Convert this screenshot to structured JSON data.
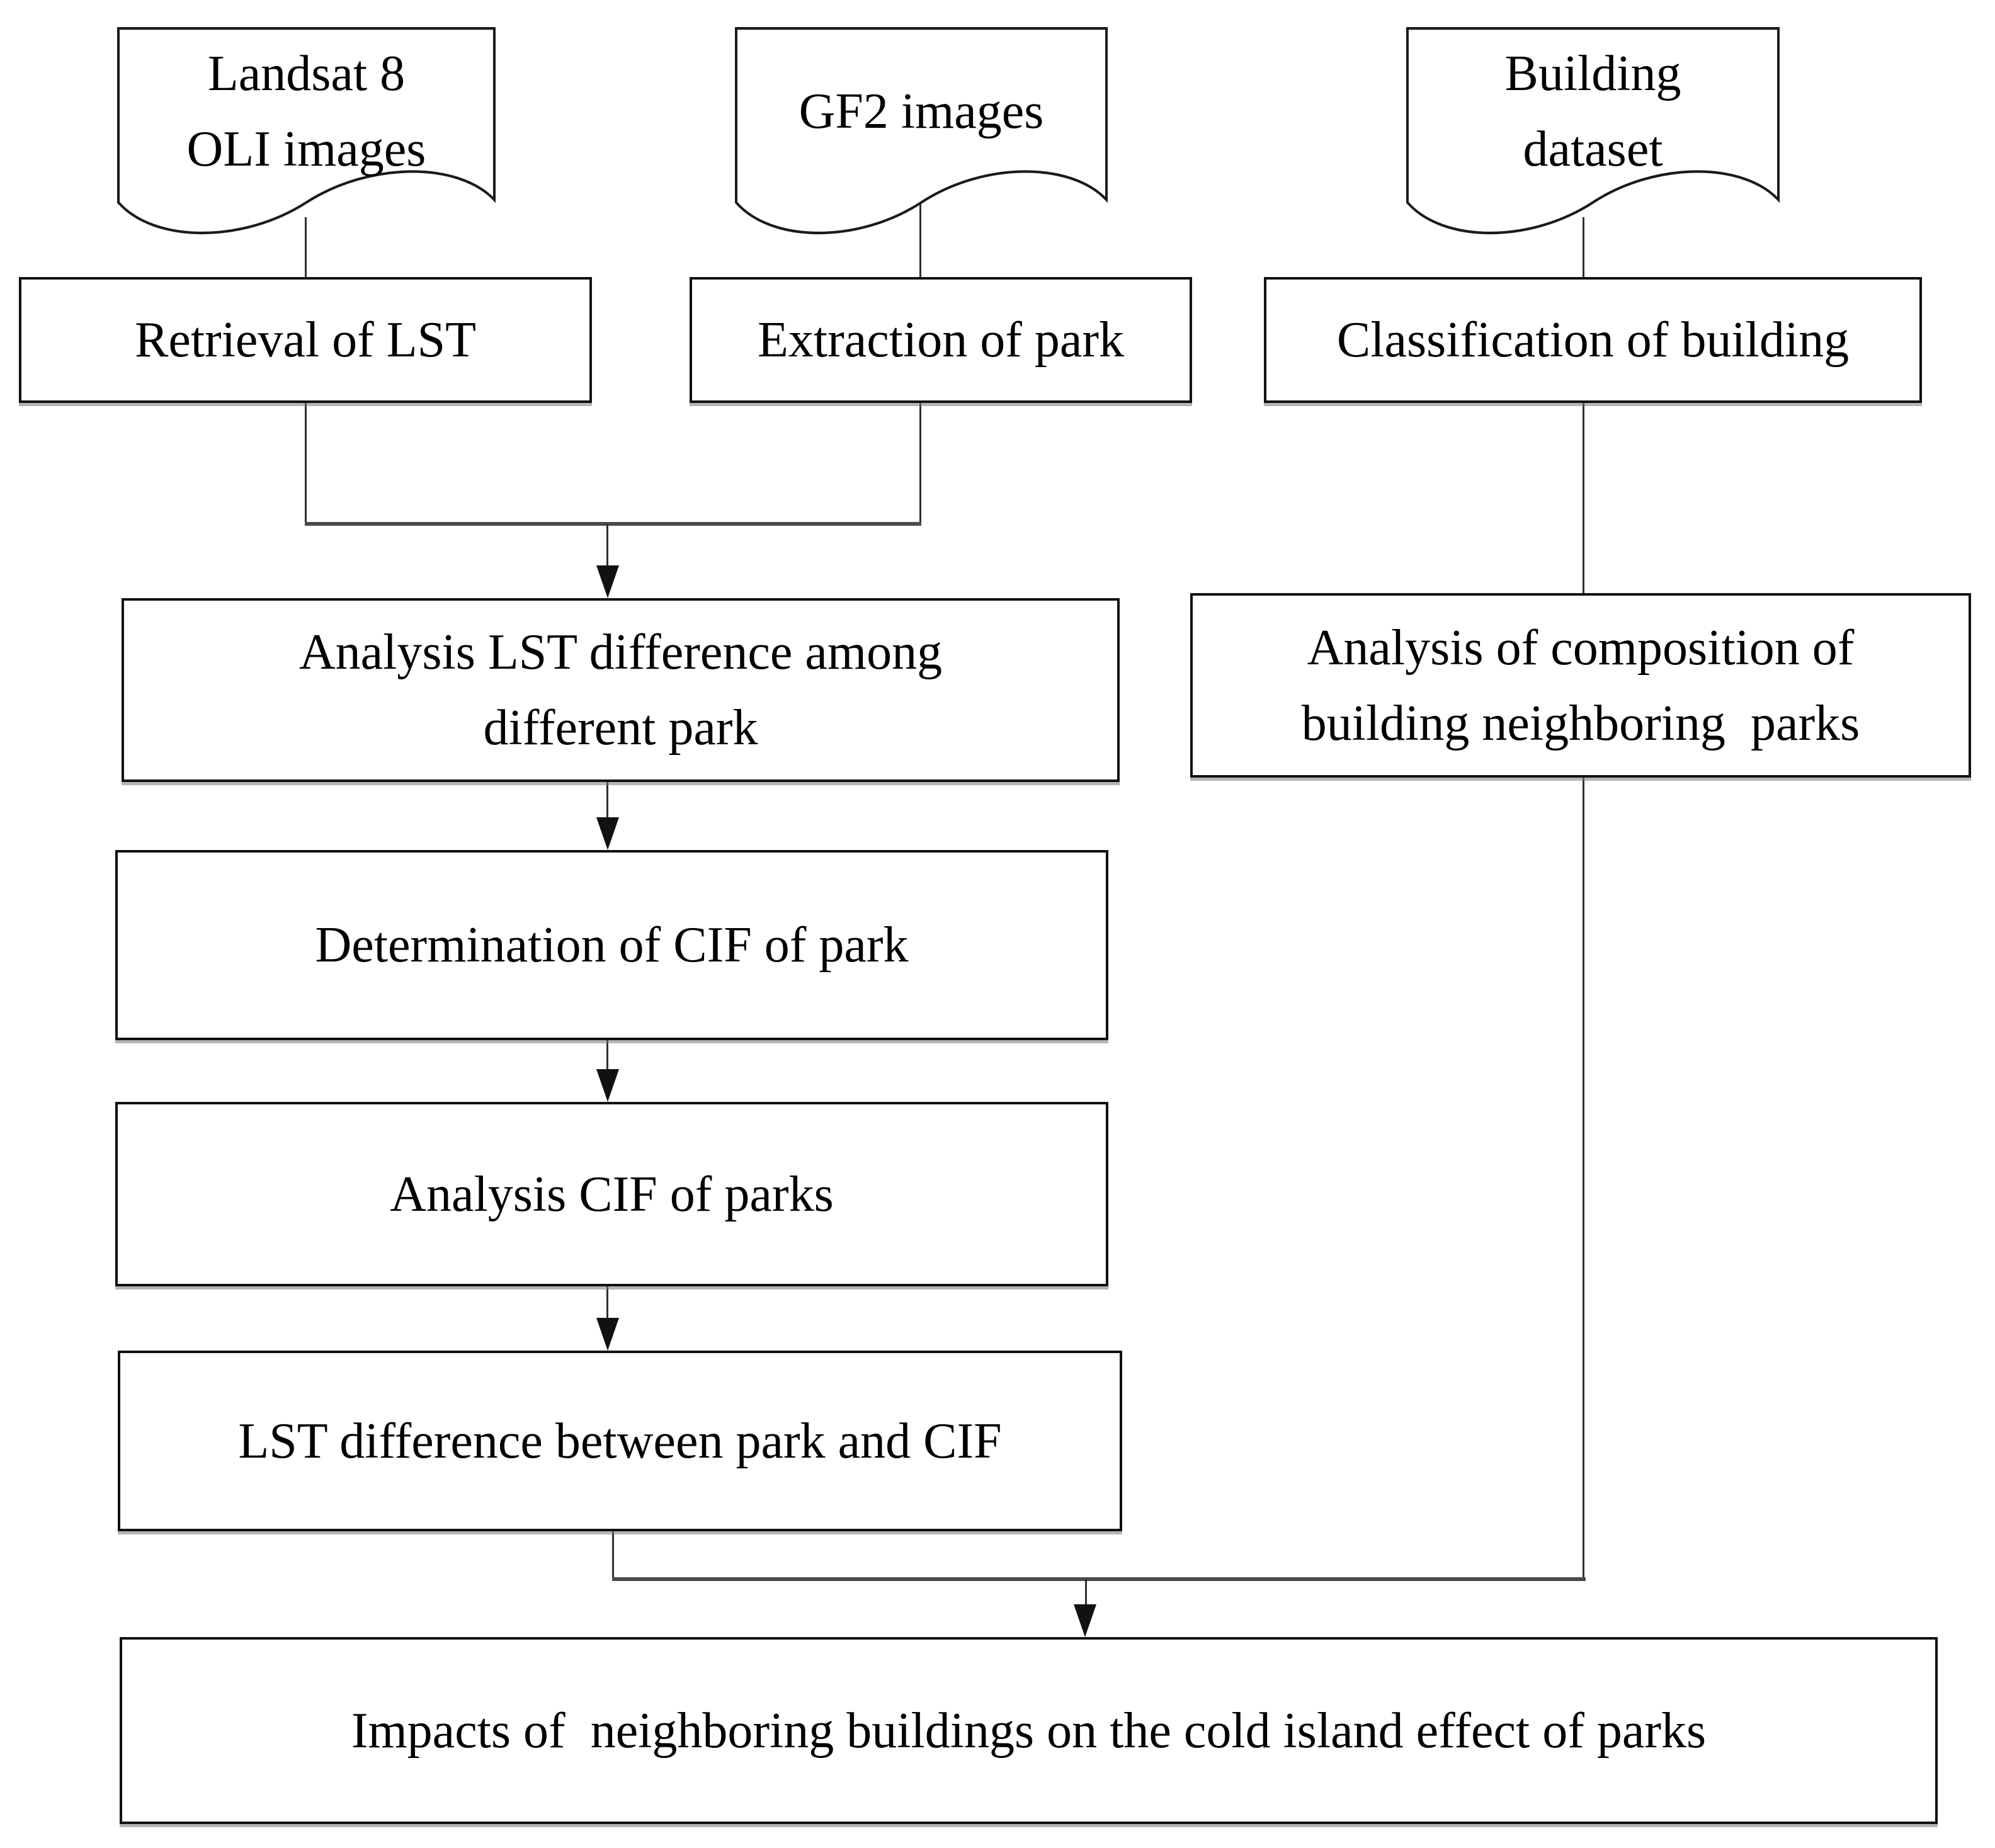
{
  "title": "Flowchart of impacts of neighboring buildings on the cold island effect of parks",
  "colors": {
    "bg": "#ffffff",
    "text": "#000000",
    "border": "#111111",
    "line": "#2f2f2f",
    "busline": "#4a4a4a",
    "arrow": "#111111"
  },
  "nodes": {
    "landsat": {
      "lines": [
        "Landsat 8",
        "OLI images"
      ]
    },
    "gf2": {
      "lines": [
        "GF2 images"
      ]
    },
    "building_dataset": {
      "lines": [
        "Building",
        "dataset"
      ]
    },
    "retrieval": {
      "label": "Retrieval of LST"
    },
    "extraction": {
      "label": "Extraction of park"
    },
    "classification": {
      "label": "Classification of building"
    },
    "analysis_lst": {
      "lines": [
        "Analysis LST difference among",
        "different park"
      ]
    },
    "composition": {
      "lines": [
        "Analysis of composition of",
        "building neighboring  parks"
      ]
    },
    "determination": {
      "label": "Determination of CIF of park"
    },
    "analysis_cif": {
      "label": "Analysis CIF of parks"
    },
    "lst_difference": {
      "label": "LST difference between park and CIF"
    },
    "impacts": {
      "label": "Impacts of  neighboring buildings on the cold island effect of parks"
    }
  }
}
